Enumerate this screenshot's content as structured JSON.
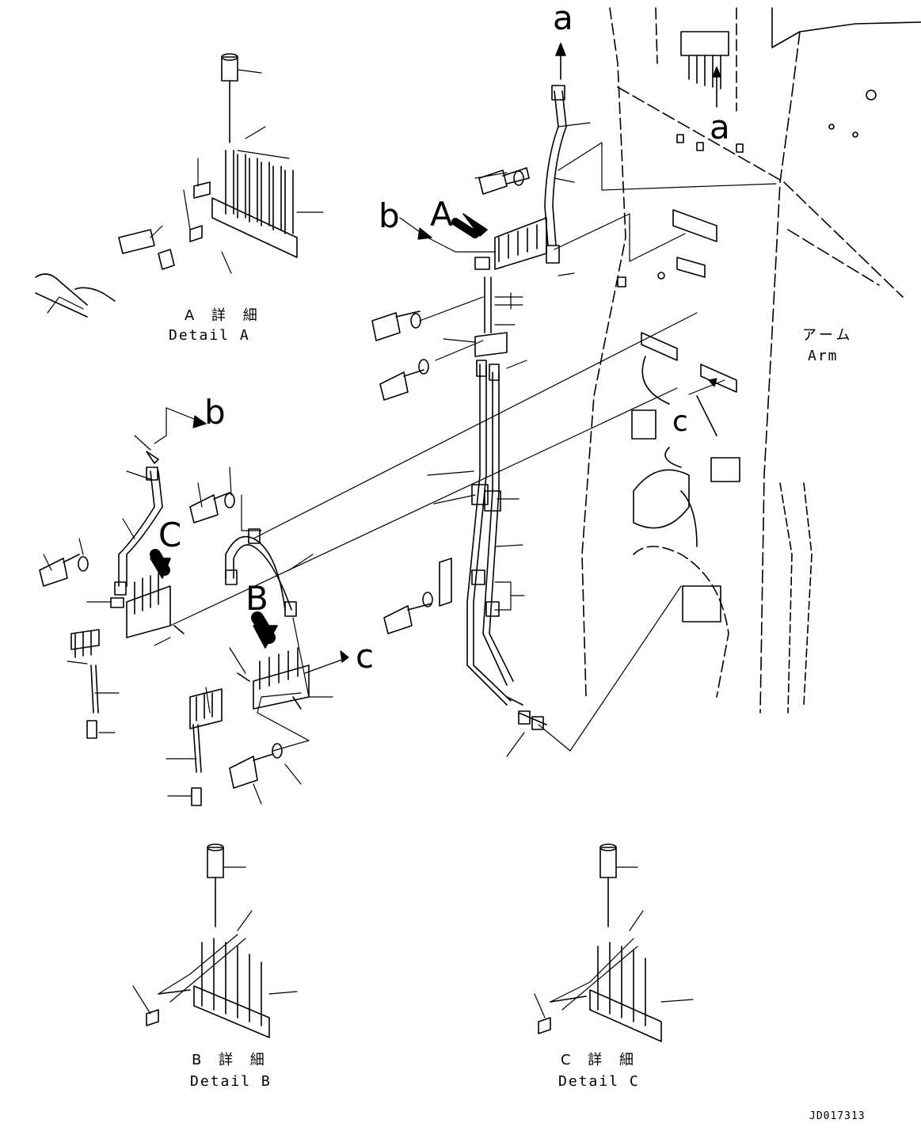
{
  "callouts": {
    "a_top": "a",
    "a_right": "a",
    "b_top": "b",
    "b_left": "b",
    "c_mid": "c",
    "c_right": "c",
    "view_A": "A",
    "view_B": "B",
    "view_C": "C"
  },
  "details": {
    "a": {
      "jp": "A 詳 細",
      "en": "Detail A"
    },
    "b": {
      "jp": "B 詳 細",
      "en": "Detail B"
    },
    "c": {
      "jp": "C 詳 細",
      "en": "Detail C"
    }
  },
  "arm": {
    "jp": "アーム",
    "en": "Arm"
  },
  "drawing_code": "JD017313",
  "colors": {
    "line": "#000000",
    "background": "#ffffff"
  }
}
